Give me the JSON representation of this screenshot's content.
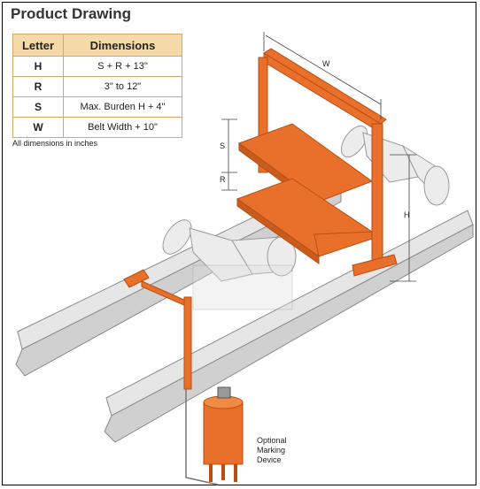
{
  "title": "Product Drawing",
  "table": {
    "headers": [
      "Letter",
      "Dimensions"
    ],
    "rows": [
      {
        "letter": "H",
        "dimension": "S + R + 13\""
      },
      {
        "letter": "R",
        "dimension": "3\" to 12\""
      },
      {
        "letter": "S",
        "dimension": "Max. Burden H + 4\""
      },
      {
        "letter": "W",
        "dimension": "Belt Width + 10\""
      }
    ]
  },
  "note": "All dimensions in inches",
  "drawing_labels": {
    "w": "W",
    "s": "S",
    "r": "R",
    "h": "H",
    "marking_device": [
      "Optional",
      "Marking",
      "Device"
    ]
  },
  "colors": {
    "orange": "#e8702a",
    "orange_dark": "#b94e12",
    "roller_gray": "#e4e4e4",
    "line": "#555555"
  }
}
